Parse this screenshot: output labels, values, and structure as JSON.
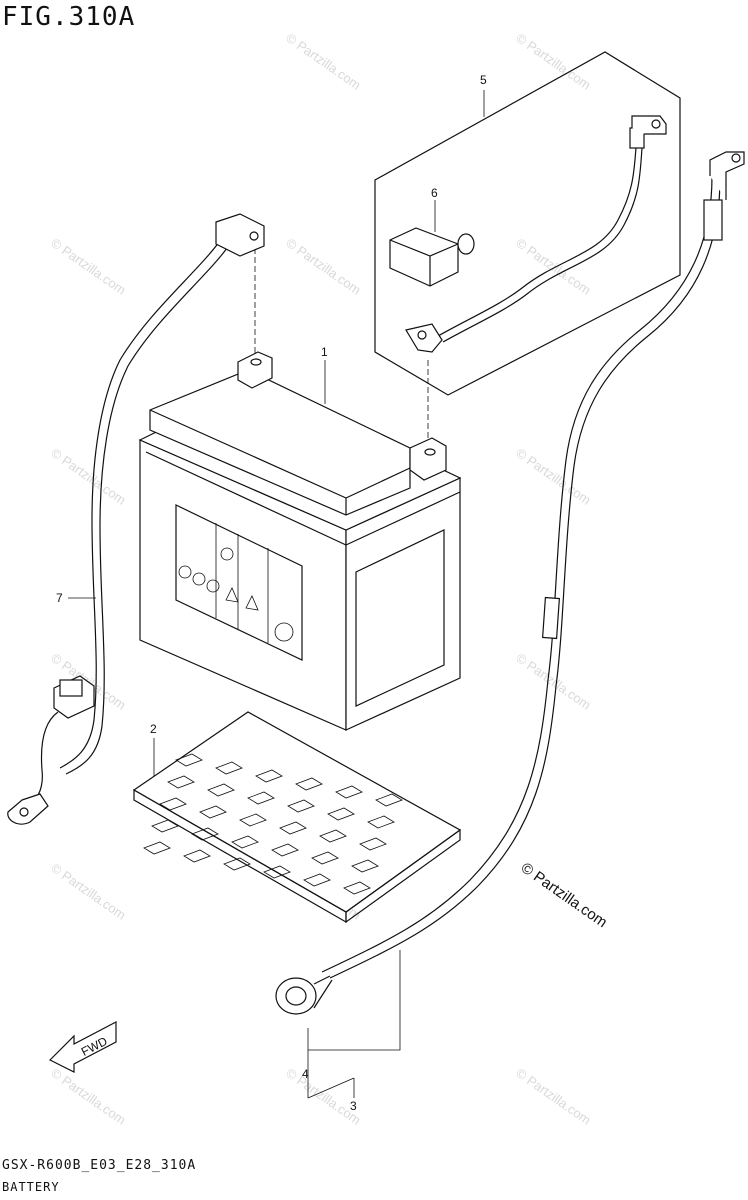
{
  "figure": {
    "title": "FIG.310A",
    "model_code": "GSX-R600B_E03_E28_310A",
    "section_name": "BATTERY"
  },
  "callouts": [
    "1",
    "2",
    "3",
    "4",
    "5",
    "6",
    "7"
  ],
  "watermark": {
    "text": "© Partzilla.com",
    "prominent_text": "© Partzilla.com"
  },
  "direction_arrow": {
    "label": "FWD"
  }
}
